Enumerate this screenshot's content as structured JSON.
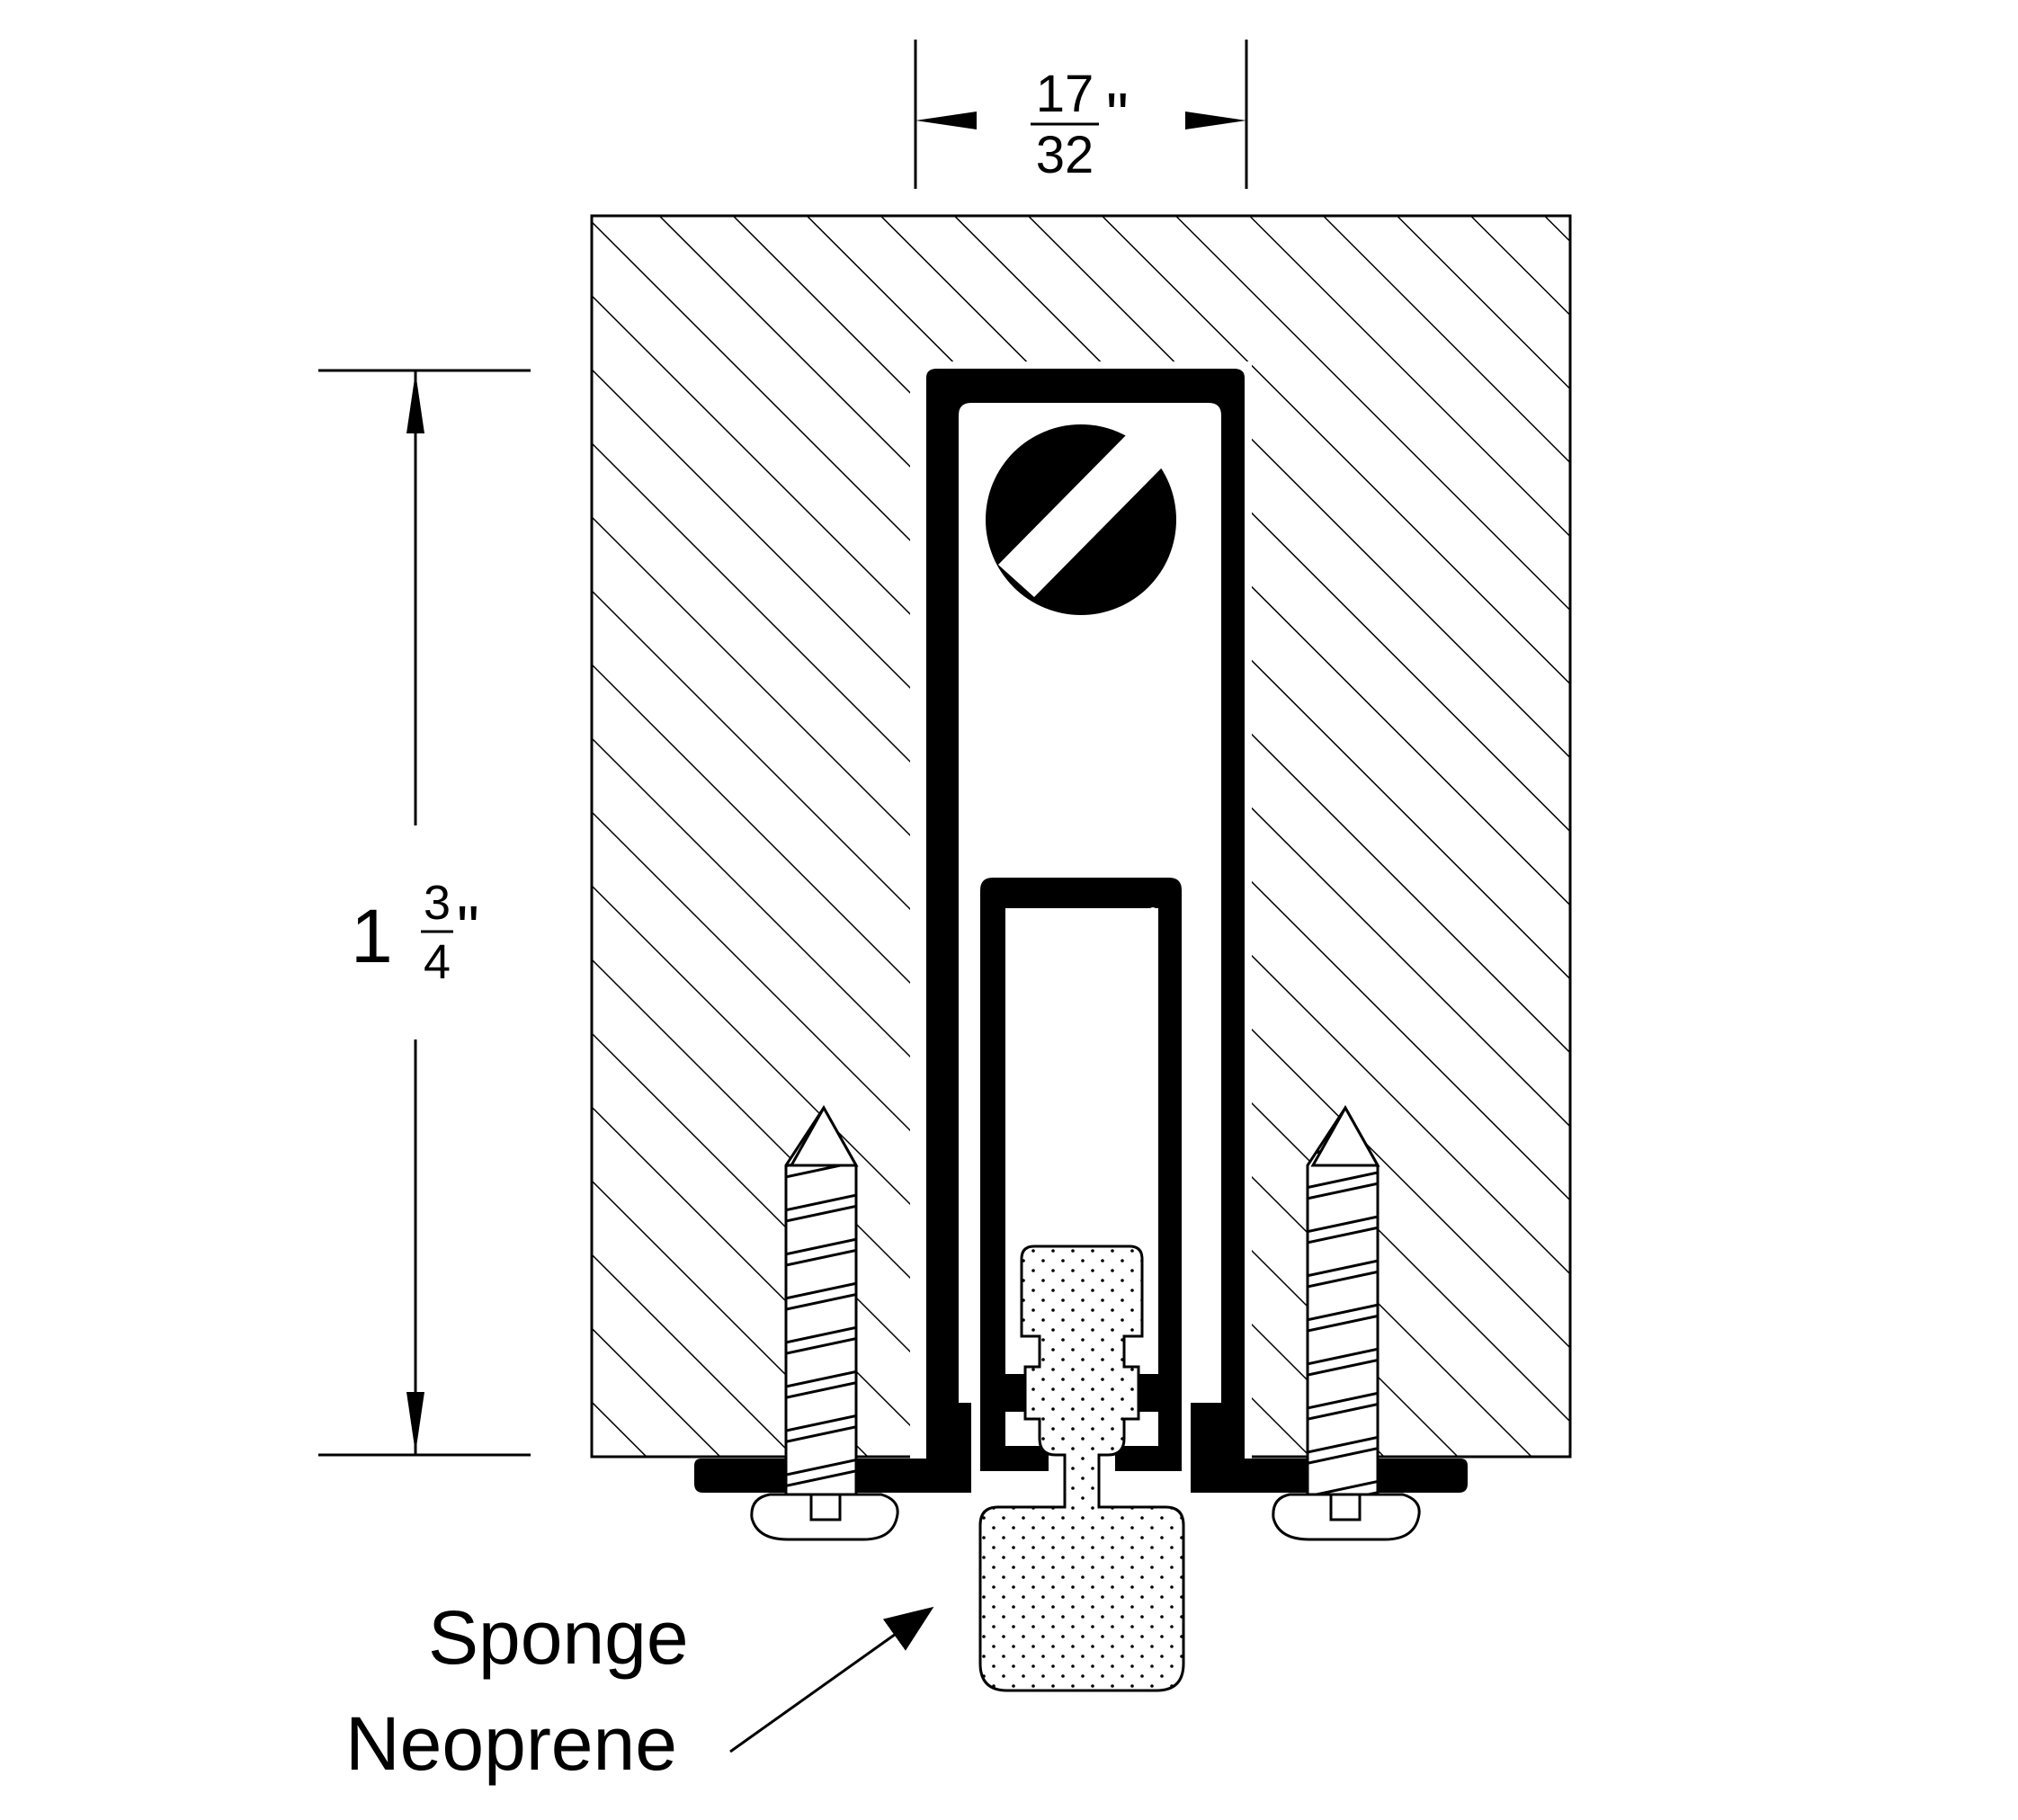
{
  "dimensions": {
    "width": {
      "numerator": "17",
      "denominator": "32",
      "unit": "\""
    },
    "height": {
      "whole": "1",
      "numerator": "3",
      "denominator": "4",
      "unit": "\""
    }
  },
  "callout": {
    "line1": "Sponge",
    "line2": "Neoprene"
  },
  "colors": {
    "ink": "#000000",
    "paper": "#ffffff",
    "hatch": "#000000"
  }
}
